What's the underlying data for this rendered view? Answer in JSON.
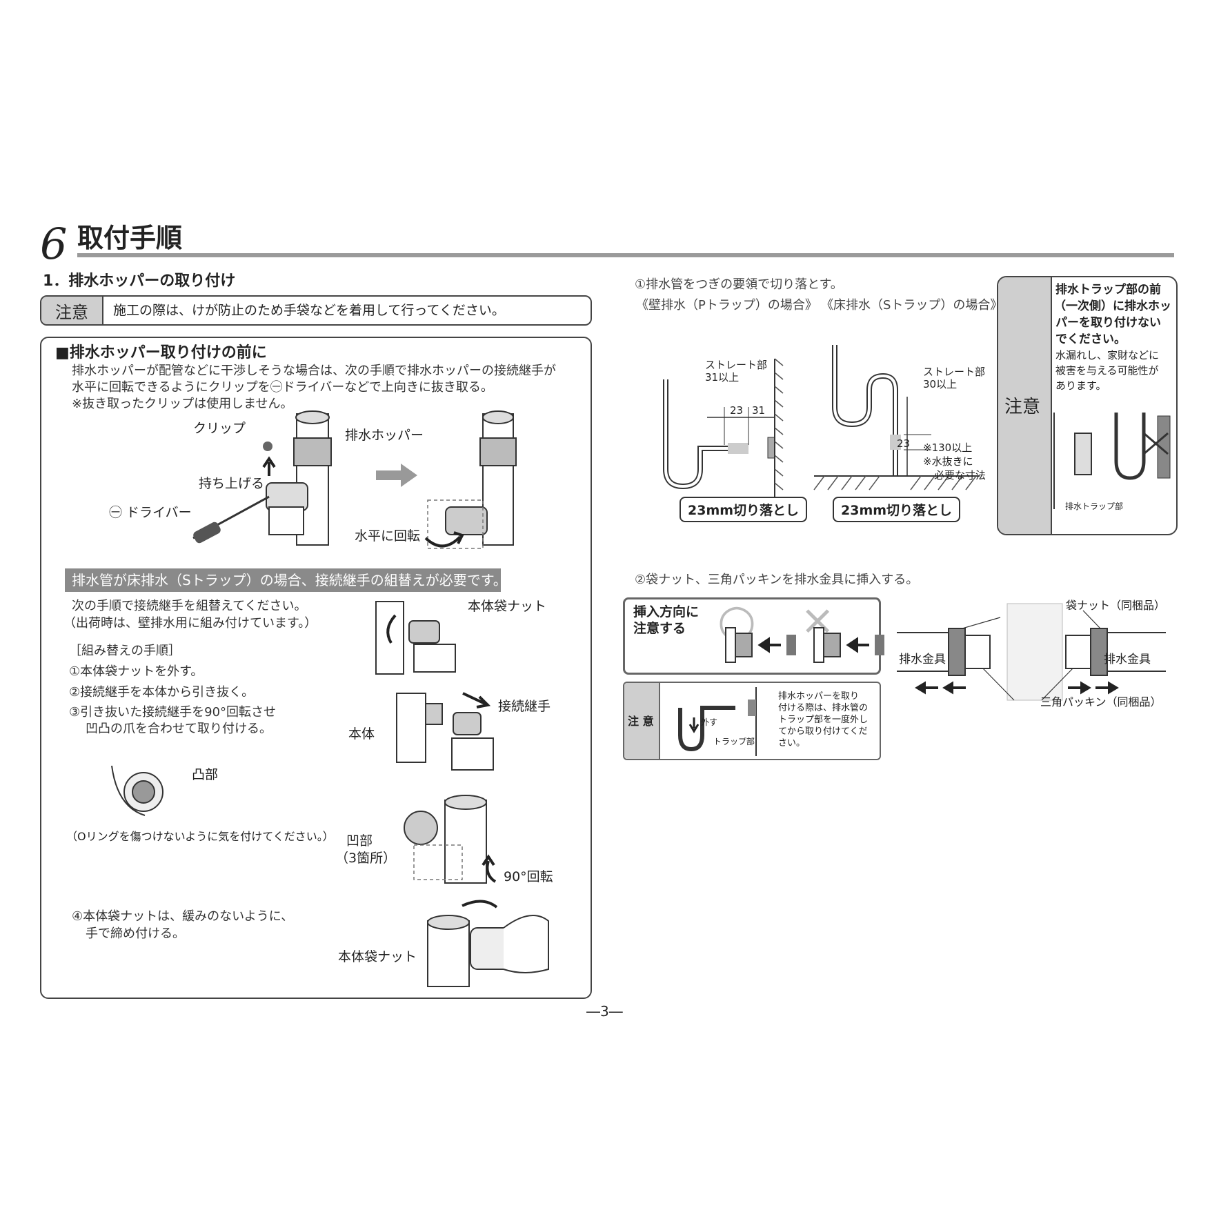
{
  "section": {
    "number": "6",
    "title": "取付手順"
  },
  "step1": {
    "title": "1．排水ホッパーの取り付け"
  },
  "caution_top": {
    "badge": "注意",
    "text": "施工の際は、けが防止のため手袋などを着用して行ってください。"
  },
  "before": {
    "title": "■排水ホッパー取り付けの前に",
    "line1": "排水ホッパーが配管などに干渉しそうな場合は、次の手順で排水ホッパーの接続継手が",
    "line2": "水平に回転できるようにクリップを㊀ドライバーなどで上向きに抜き取る。",
    "line3": "※抜き取ったクリップは使用しません。",
    "labels": {
      "clip": "クリップ",
      "hopper": "排水ホッパー",
      "lift": "持ち上げる",
      "driver": "㊀ ドライバー",
      "rotate": "水平に回転"
    }
  },
  "stTrap": {
    "banner": "排水管が床排水（Sトラップ）の場合、接続継手の組替えが必要です。",
    "intro1": "次の手順で接続継手を組替えてください。",
    "intro2": "（出荷時は、壁排水用に組み付けています。）",
    "proc_title": "［組み替えの手順］",
    "step1": "①本体袋ナットを外す。",
    "step2": "②接続継手を本体から引き抜く。",
    "step3a": "③引き抜いた接続継手を90°回転させ",
    "step3b": "凹凸の爪を合わせて取り付ける。",
    "oring": "（Oリングを傷つけないように気を付けてください。）",
    "step4a": "④本体袋ナットは、緩みのないように、",
    "step4b": "手で締め付ける。",
    "labels": {
      "nut": "本体袋ナット",
      "joint": "接続継手",
      "body": "本体",
      "convex": "凸部",
      "concave1": "凹部",
      "concave2": "（3箇所）",
      "rot90": "90°回転",
      "nut2": "本体袋ナット"
    }
  },
  "cut": {
    "title": "①排水管をつぎの要領で切り落とす。",
    "wall_title": "《壁排水（Pトラップ）の場合》",
    "floor_title": "《床排水（Sトラップ）の場合》",
    "wall": {
      "straight1": "ストレート部",
      "straight2": "31以上",
      "dim1": "23",
      "dim2": "31",
      "cut_label": "23mm切り落とし"
    },
    "floor": {
      "straight1": "ストレート部",
      "straight2": "30以上",
      "dim": "23",
      "note1": "※130以上",
      "note2": "※水抜きに",
      "note3": "必要な寸法",
      "cut_label": "23mm切り落とし"
    }
  },
  "caution_right": {
    "badge": "注意",
    "bold1": "排水トラップ部の前",
    "bold2": "（一次側）に排水ホッ",
    "bold3": "パーを取り付けない",
    "bold4": "でください。",
    "text1": "水漏れし、家財などに",
    "text2": "被害を与える可能性が",
    "text3": "あります。",
    "trap_label": "排水トラップ部"
  },
  "insert": {
    "title": "②袋ナット、三角パッキンを排水金具に挿入する。",
    "dir1": "挿入方向に",
    "dir2": "注意する",
    "ok": "○",
    "ng": "×",
    "labels": {
      "nut": "袋ナット（同梱品）",
      "left": "排水金具",
      "right": "排水金具",
      "packing": "三角パッキン（同梱品）"
    }
  },
  "caution_small": {
    "badge": "注 意",
    "remove": "外す",
    "trap": "トラップ部",
    "l1": "排水ホッパーを取り",
    "l2": "付ける際は、排水管の",
    "l3": "トラップ部を一度外し",
    "l4": "てから取り付けてくだ",
    "l5": "さい。"
  },
  "page": {
    "number": "―3―"
  }
}
